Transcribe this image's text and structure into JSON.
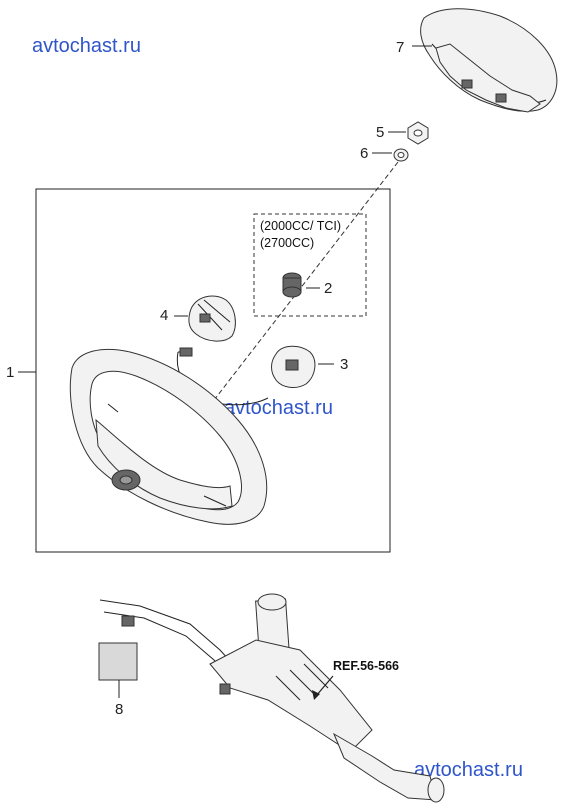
{
  "watermarks": [
    "avtochast.ru",
    "avtochast.ru",
    "avtochast.ru"
  ],
  "callouts": {
    "c1": "1",
    "c2": "2",
    "c3": "3",
    "c4": "4",
    "c5": "5",
    "c6": "6",
    "c7": "7",
    "c8": "8"
  },
  "notes": {
    "engine_line1": "(2000CC/ TCI)",
    "engine_line2": "(2700CC)"
  },
  "reference": "REF.56-566"
}
